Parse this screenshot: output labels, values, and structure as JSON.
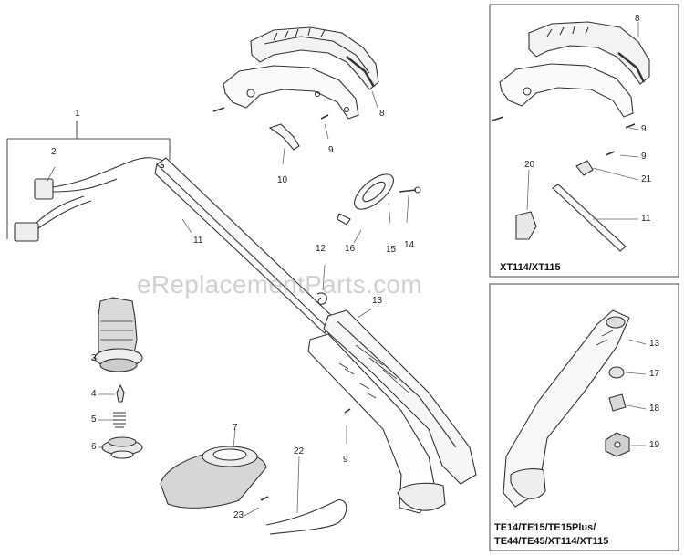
{
  "watermark": "eReplacementParts.com",
  "inset_top_label": "XT114/XT115",
  "inset_bottom_label_line1": "TE14/TE15/TE15Plus/",
  "inset_bottom_label_line2": "TE44/TE45/XT114/XT115",
  "callouts": {
    "c1": "1",
    "c2": "2",
    "c3": "3",
    "c4": "4",
    "c5": "5",
    "c6": "6",
    "c7": "7",
    "c8": "8",
    "c9": "9",
    "c10": "10",
    "c11": "11",
    "c12": "12",
    "c13": "13",
    "c14": "14",
    "c15": "15",
    "c16": "16",
    "c22": "22",
    "c23": "23",
    "c9b": "9",
    "t8": "8",
    "t9a": "9",
    "t9b": "9",
    "t20": "20",
    "t21": "21",
    "t11": "11",
    "b13": "13",
    "b17": "17",
    "b18": "18",
    "b19": "19"
  }
}
